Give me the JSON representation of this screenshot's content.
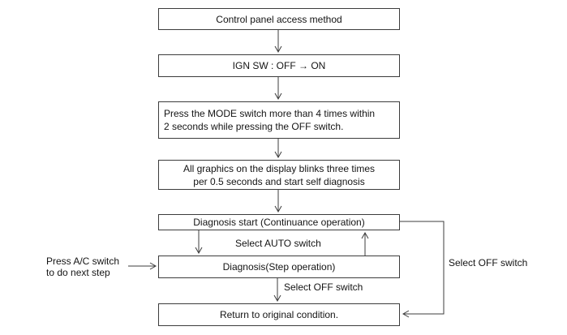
{
  "colors": {
    "background": "#ffffff",
    "line": "#3c3c3c",
    "text": "#141414"
  },
  "flowchart": {
    "boxes": [
      {
        "name": "control-panel-access",
        "lines": [
          "Control panel access method"
        ]
      },
      {
        "name": "ign-switch",
        "lines": [
          "IGN SW : OFF → ON"
        ]
      },
      {
        "name": "press-mode-switch",
        "lines": [
          "Press the MODE switch more than 4 times within",
          "2 seconds while pressing the OFF switch."
        ]
      },
      {
        "name": "display-blinks",
        "lines": [
          "All graphics on the display blinks three times",
          "per 0.5 seconds and start self diagnosis"
        ]
      },
      {
        "name": "diagnosis-start",
        "lines": [
          "Diagnosis start (Continuance operation)"
        ]
      },
      {
        "name": "diagnosis-step",
        "lines": [
          "Diagnosis(Step operation)"
        ]
      },
      {
        "name": "return-original",
        "lines": [
          "Return to original condition."
        ]
      }
    ],
    "edge_labels": {
      "select_auto": "Select AUTO switch",
      "select_off_step": "Select OFF switch",
      "select_off_loop": "Select OFF switch"
    },
    "annotation": {
      "line1": "Press A/C switch",
      "line2": "to do next step"
    }
  }
}
